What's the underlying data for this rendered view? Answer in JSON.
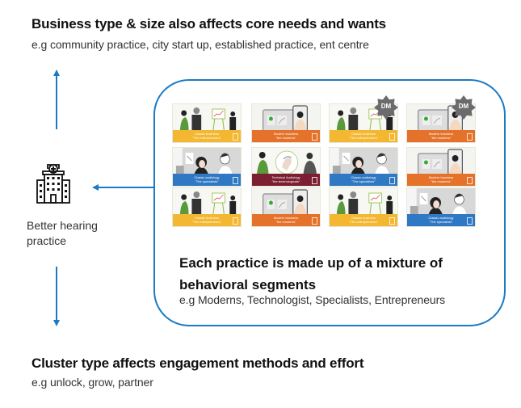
{
  "top": {
    "title": "Business type & size also affects core needs and wants",
    "subtitle": "e.g community practice, city start up, established practice, ent centre"
  },
  "bottom": {
    "title": "Cluster type affects engagement methods and effort",
    "subtitle": "e.g unlock, grow, partner"
  },
  "practice": {
    "icon": "hospital-building-icon",
    "label_line1": "Better hearing",
    "label_line2": "practice"
  },
  "segments_box": {
    "title": "Each practice is made up of a mixture of behavioral segments",
    "subtitle": "e.g Moderns, Technologist, Specialists, Entrepreneurs"
  },
  "colors": {
    "accent_blue": "#1a7ac4",
    "classic_business": "#f4b731",
    "modern_business": "#e4722a",
    "classic_audiology": "#2f78c4",
    "technical_audiology": "#7d1f33",
    "dm_badge": "#6b6b6b"
  },
  "segment_cards": [
    {
      "type": "Classic business",
      "nickname": "\"The entrepreneurs\"",
      "color": "classic_business",
      "dm": false
    },
    {
      "type": "Modern business",
      "nickname": "\"the moderns\"",
      "color": "modern_business",
      "dm": false
    },
    {
      "type": "Classic business",
      "nickname": "\"The entrepreneurs\"",
      "color": "classic_business",
      "dm": true
    },
    {
      "type": "Modern business",
      "nickname": "\"the moderns\"",
      "color": "modern_business",
      "dm": true
    },
    {
      "type": "Classic audiology",
      "nickname": "\"The specialists\"",
      "color": "classic_audiology",
      "dm": false
    },
    {
      "type": "Technical Audiology",
      "nickname": "\"the technologicals\"",
      "color": "technical_audiology",
      "dm": false
    },
    {
      "type": "Classic audiology",
      "nickname": "\"The specialists\"",
      "color": "classic_audiology",
      "dm": false
    },
    {
      "type": "Modern business",
      "nickname": "\"the moderns\"",
      "color": "modern_business",
      "dm": false
    },
    {
      "type": "Classic business",
      "nickname": "\"The entrepreneurs\"",
      "color": "classic_business",
      "dm": false
    },
    {
      "type": "Modern business",
      "nickname": "\"the moderns\"",
      "color": "modern_business",
      "dm": false
    },
    {
      "type": "Classic business",
      "nickname": "\"The entrepreneurs\"",
      "color": "classic_business",
      "dm": false
    },
    {
      "type": "Classic audiology",
      "nickname": "\"The specialists\"",
      "color": "classic_audiology",
      "dm": false
    }
  ],
  "dm_label": "DM"
}
